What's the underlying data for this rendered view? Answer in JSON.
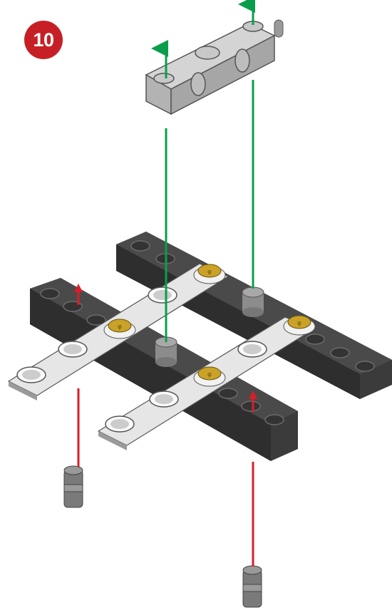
{
  "step": {
    "number": "10",
    "badge_color": "#c62026"
  },
  "colors": {
    "beam_dark": "#3b3b3b",
    "beam_dark_top": "#4a4a4a",
    "plate_light": "#e6e6e6",
    "block_gray": "#b3b3b3",
    "gear_gold": "#c9a227",
    "arrow_green": "#0a9d4c",
    "arrow_red": "#d81e28"
  },
  "parts": [
    {
      "name": "top-connector-block",
      "icon": "connector-block-icon"
    },
    {
      "name": "dark-beam-back",
      "icon": "beam-icon"
    },
    {
      "name": "dark-beam-front",
      "icon": "beam-icon"
    },
    {
      "name": "light-plate-left",
      "icon": "plate-icon"
    },
    {
      "name": "light-plate-right",
      "icon": "plate-icon"
    },
    {
      "name": "pin-left",
      "icon": "pin-icon"
    },
    {
      "name": "pin-right",
      "icon": "pin-icon"
    }
  ]
}
